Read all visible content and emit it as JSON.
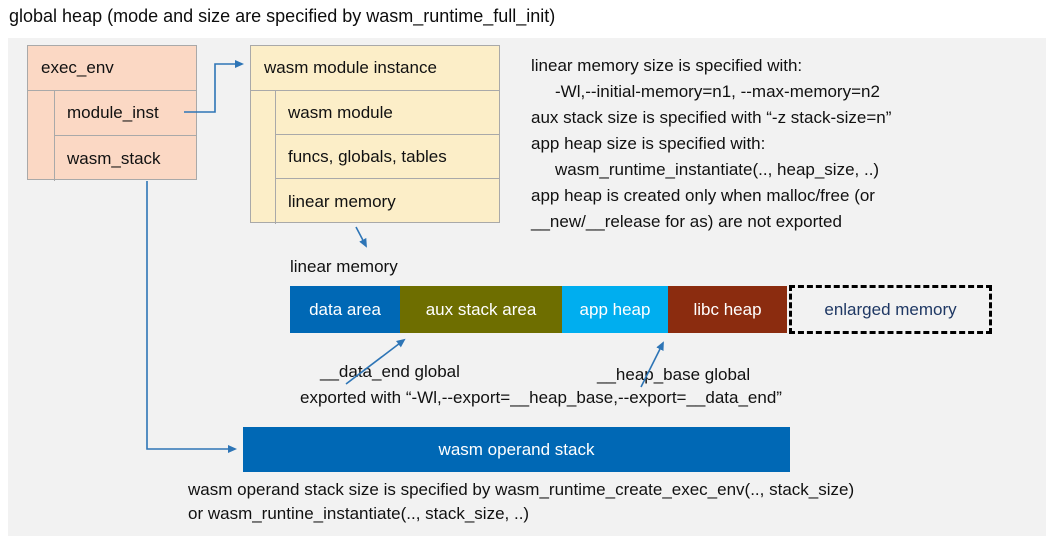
{
  "title": "global heap (mode and size are specified by wasm_runtime_full_init)",
  "exec_env": {
    "header": "exec_env",
    "rows": [
      "module_inst",
      "wasm_stack"
    ]
  },
  "module_instance": {
    "header": "wasm module instance",
    "rows": [
      "wasm module",
      "funcs, globals, tables",
      "linear memory"
    ]
  },
  "notes": {
    "lines": [
      "linear memory size is specified with:",
      "-Wl,--initial-memory=n1, --max-memory=n2",
      "aux stack size is specified with “-z stack-size=n”",
      "app heap size is specified with:",
      "wasm_runtime_instantiate(.., heap_size, ..)",
      "app heap is created only when malloc/free (or",
      "__new/__release for as) are not exported"
    ]
  },
  "linear_memory": {
    "label": "linear memory",
    "segments": [
      {
        "label": "data area",
        "color": "#0068b5"
      },
      {
        "label": "aux stack area",
        "color": "#6e6e00"
      },
      {
        "label": "app heap",
        "color": "#00aeef"
      },
      {
        "label": "libc heap",
        "color": "#8b2c0f"
      }
    ],
    "enlarged": {
      "label": "enlarged memory",
      "text_color": "#1f3864"
    }
  },
  "annotations": {
    "data_end": "__data_end global",
    "heap_base": "__heap_base global",
    "export_note": "exported with “-Wl,--export=__heap_base,--export=__data_end”"
  },
  "operand_stack": {
    "label": "wasm operand stack",
    "note_line1": "wasm operand stack size is specified by wasm_runtime_create_exec_env(.., stack_size)",
    "note_line2": "or wasm_runtine_instantiate(.., stack_size, ..)"
  },
  "colors": {
    "arrow": "#2e75b6",
    "panel_bg": "#f2f2f2",
    "exec_env_fill": "#fbd8c4",
    "module_instance_fill": "#fceec8",
    "operand_stack_fill": "#0068b5",
    "bar_text": "#ffffff",
    "box_border": "#a9a9a9"
  }
}
